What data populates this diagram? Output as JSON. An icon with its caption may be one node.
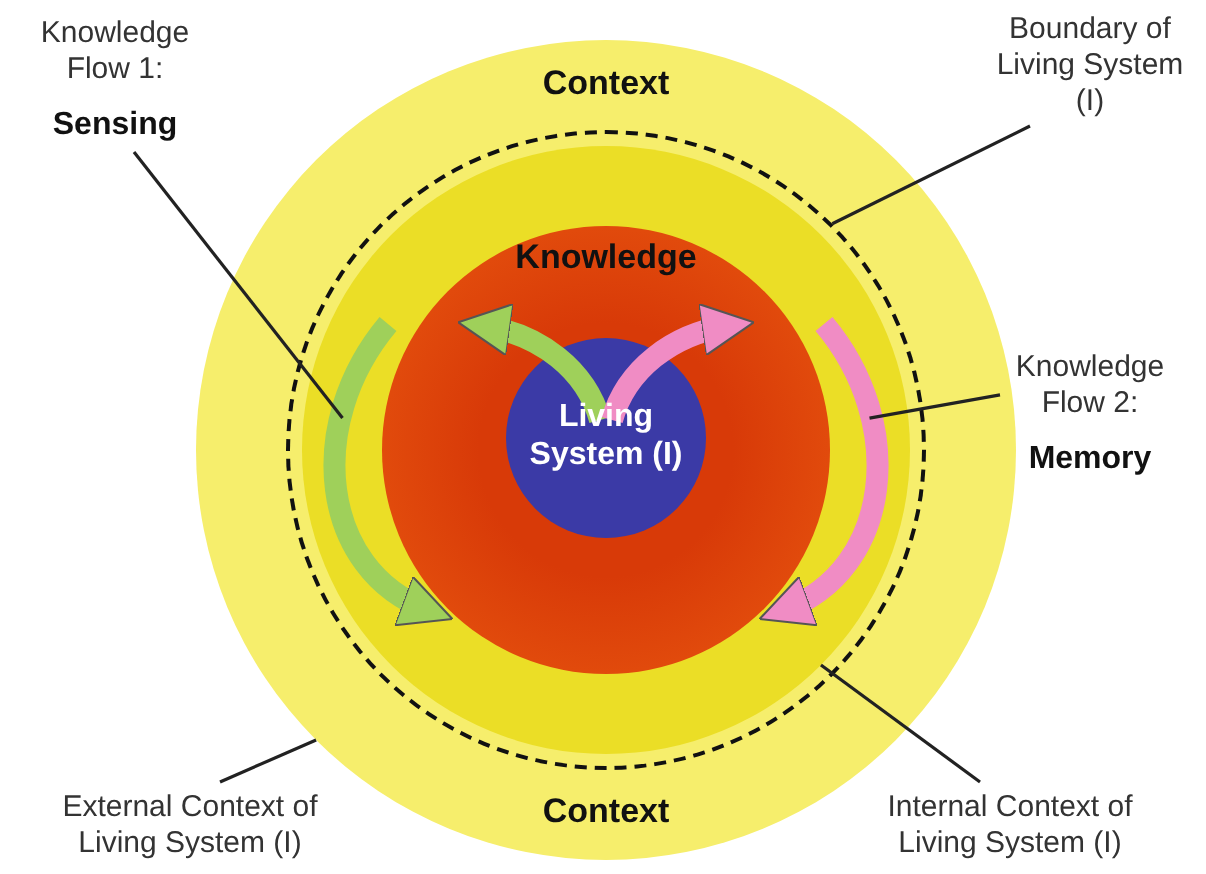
{
  "diagram": {
    "nodes": [
      {
        "text": [
          "Context",
          "Context"
        ]
      },
      {
        "text": [],
        "shape": "circle",
        "in": 0
      },
      {
        "text": [],
        "shape": "circle",
        "in": 1
      },
      {
        "text": [
          "Knowledge"
        ],
        "in": 2
      },
      {
        "text": [
          "Living System (I)"
        ],
        "in": 3
      },
      {
        "text": [],
        "shape": "arrow",
        "in": 2
      },
      {
        "text": [],
        "shape": "arrow",
        "in": 2
      },
      {
        "text": [
          "Knowledge Flow 1:",
          "Sensing"
        ]
      },
      {
        "text": [
          "Boundary of Living System (I)"
        ]
      },
      {
        "text": [
          "Knowledge Flow 2:",
          "Memory"
        ]
      },
      {
        "text": [
          "External Context of Living System (I)"
        ]
      },
      {
        "text": [
          "Internal Context of Living System (I)"
        ]
      }
    ],
    "edges": [
      {
        "from": 7,
        "to": 5,
        "arrow": "none"
      },
      {
        "from": 8,
        "to": 1,
        "arrow": "none"
      },
      {
        "from": 9,
        "to": 6,
        "arrow": "none"
      },
      {
        "from": 10,
        "to": 0,
        "arrow": "none"
      },
      {
        "from": 11,
        "to": 2,
        "arrow": "none"
      }
    ]
  }
}
